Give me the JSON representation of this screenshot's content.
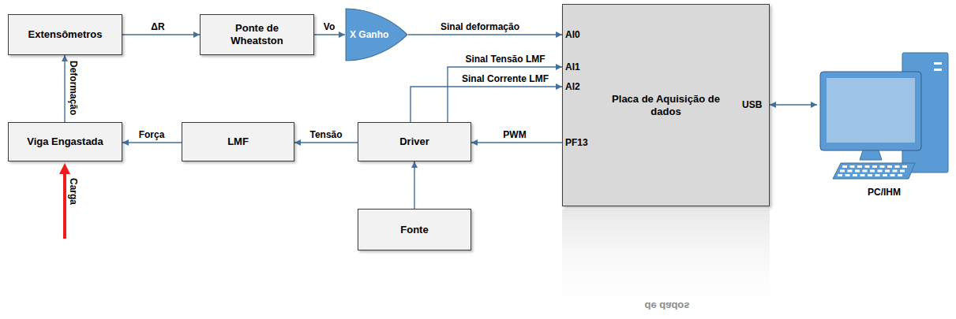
{
  "diagram": {
    "nodes": [
      {
        "text": [
          "Extensômetros"
        ]
      },
      {
        "text": [
          "Ponte de Wheatston"
        ]
      },
      {
        "text": [
          "X Ganho"
        ]
      },
      {
        "text": [
          "Placa de Aquisição de dados"
        ]
      },
      {
        "text": [
          "Viga Engastada"
        ]
      },
      {
        "text": [
          "LMF"
        ]
      },
      {
        "text": [
          "Driver"
        ]
      },
      {
        "text": [
          "Fonte"
        ]
      },
      {
        "text": [
          "PC/IHM"
        ]
      }
    ],
    "edges": [
      {
        "from": 4,
        "to": 0,
        "label": "Deformação",
        "arrow": "to"
      },
      {
        "from": 0,
        "to": 1,
        "label": "ΔR",
        "arrow": "to"
      },
      {
        "from": 1,
        "to": 2,
        "label": "Vo",
        "arrow": "to"
      },
      {
        "from": 2,
        "to": 3,
        "label": "Sinal deformação",
        "arrow": "to"
      },
      {
        "from": 6,
        "to": 3,
        "label": "Sinal Tensão LMF",
        "arrow": "to"
      },
      {
        "from": 6,
        "to": 3,
        "label": "Sinal Corrente LMF",
        "arrow": "to"
      },
      {
        "from": 3,
        "to": 6,
        "label": "PWM",
        "arrow": "to"
      },
      {
        "from": 6,
        "to": 5,
        "label": "Tensão",
        "arrow": "to"
      },
      {
        "from": 5,
        "to": 4,
        "label": "Força",
        "arrow": "to"
      },
      {
        "from": 7,
        "to": 6,
        "arrow": "to"
      },
      {
        "from": 3,
        "to": 8,
        "arrow": "both"
      }
    ],
    "labels": [
      "AI0",
      "AI1",
      "AI2",
      "PF13",
      "USB",
      "Carga",
      "de dados"
    ]
  }
}
